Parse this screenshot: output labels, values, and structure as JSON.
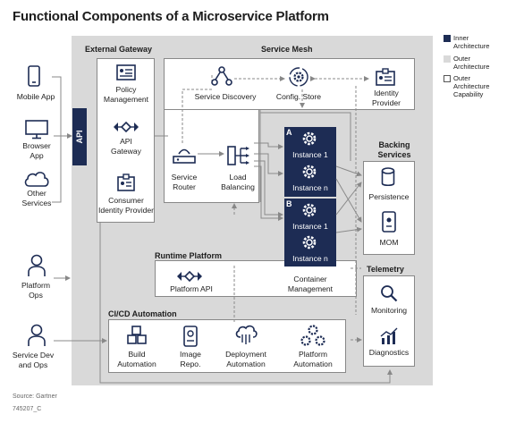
{
  "title": "Functional Components of a Microservice Platform",
  "legend": [
    {
      "label": "Inner Architecture",
      "color": "#1d2c54"
    },
    {
      "label": "Outer Architecture",
      "color": "#d9d9d9"
    },
    {
      "label": "Outer Architecture Capability",
      "color": "#ffffff"
    }
  ],
  "clients": {
    "mobile": "Mobile App",
    "browser": "Browser App",
    "other": "Other Services",
    "platform_ops": "Platform Ops",
    "service_dev": "Service Dev and Ops"
  },
  "external_gateway": {
    "title": "External Gateway",
    "api_tab": "API",
    "policy": "Policy Management",
    "api_gateway": "API Gateway",
    "consumer_idp": "Consumer Identity Provider"
  },
  "service_mesh": {
    "title": "Service Mesh",
    "discovery": "Service Discovery",
    "config": "Config. Store",
    "identity": "Identity Provider",
    "router": "Service Router",
    "load_balancing": "Load Balancing"
  },
  "instances": {
    "a_tag": "A",
    "b_tag": "B",
    "instance_1": "Instance 1",
    "instance_n": "Instance n"
  },
  "backing": {
    "title": "Backing Services",
    "persistence": "Persistence",
    "mom": "MOM"
  },
  "runtime": {
    "title": "Runtime Platform",
    "platform_api": "Platform API",
    "container_mgmt": "Container Management"
  },
  "telemetry": {
    "title": "Telemetry",
    "monitoring": "Monitoring",
    "diagnostics": "Diagnostics"
  },
  "cicd": {
    "title": "CI/CD Automation",
    "build": "Build Automation",
    "image": "Image Repo.",
    "deployment": "Deployment Automation",
    "platform": "Platform Automation"
  },
  "footer": {
    "source": "Source: Gartner",
    "id": "745207_C"
  }
}
